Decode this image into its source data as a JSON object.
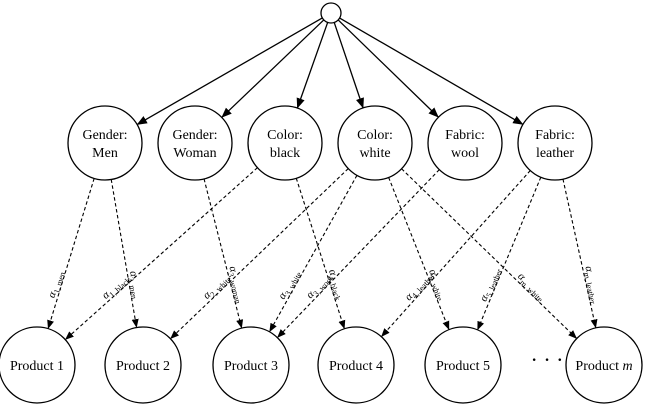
{
  "diagram": {
    "root": {
      "id": "root",
      "label": ""
    },
    "attributes": [
      {
        "id": "gender-men",
        "lines": [
          "Gender:",
          "Men"
        ]
      },
      {
        "id": "gender-woman",
        "lines": [
          "Gender:",
          "Woman"
        ]
      },
      {
        "id": "color-black",
        "lines": [
          "Color:",
          "black"
        ]
      },
      {
        "id": "color-white",
        "lines": [
          "Color:",
          "white"
        ]
      },
      {
        "id": "fabric-wool",
        "lines": [
          "Fabric:",
          "wool"
        ]
      },
      {
        "id": "fabric-leather",
        "lines": [
          "Fabric:",
          "leather"
        ]
      }
    ],
    "products": [
      {
        "id": "product-1",
        "label": "Product 1",
        "italic_suffix": ""
      },
      {
        "id": "product-2",
        "label": "Product 2",
        "italic_suffix": ""
      },
      {
        "id": "product-3",
        "label": "Product 3",
        "italic_suffix": ""
      },
      {
        "id": "product-4",
        "label": "Product 4",
        "italic_suffix": ""
      },
      {
        "id": "product-5",
        "label": "Product 5",
        "italic_suffix": ""
      },
      {
        "id": "product-m",
        "label": "Product ",
        "italic_suffix": "m"
      }
    ],
    "ellipsis": "· · ·",
    "weights": [
      {
        "from": "gender-men",
        "to": "product-1",
        "symbol": "α",
        "sub": "1, men"
      },
      {
        "from": "gender-men",
        "to": "product-2",
        "symbol": "α",
        "sub": "2, men"
      },
      {
        "from": "color-black",
        "to": "product-1",
        "symbol": "α",
        "sub": "1, black"
      },
      {
        "from": "color-white",
        "to": "product-2",
        "symbol": "α",
        "sub": "2, white"
      },
      {
        "from": "gender-woman",
        "to": "product-3",
        "symbol": "α",
        "sub": "3, woman"
      },
      {
        "from": "color-white",
        "to": "product-3",
        "symbol": "α",
        "sub": "3, white"
      },
      {
        "from": "fabric-wool",
        "to": "product-3",
        "symbol": "α",
        "sub": "3, wool"
      },
      {
        "from": "color-black",
        "to": "product-4",
        "symbol": "α",
        "sub": "4, black"
      },
      {
        "from": "fabric-leather",
        "to": "product-4",
        "symbol": "α",
        "sub": "4, leather"
      },
      {
        "from": "color-white",
        "to": "product-5",
        "symbol": "α",
        "sub": "5, white"
      },
      {
        "from": "fabric-leather",
        "to": "product-5",
        "symbol": "α",
        "sub": "5, leather"
      },
      {
        "from": "color-white",
        "to": "product-m",
        "symbol": "α",
        "sub": "m, white"
      },
      {
        "from": "fabric-leather",
        "to": "product-m",
        "symbol": "α",
        "sub": "m, leather"
      }
    ]
  }
}
